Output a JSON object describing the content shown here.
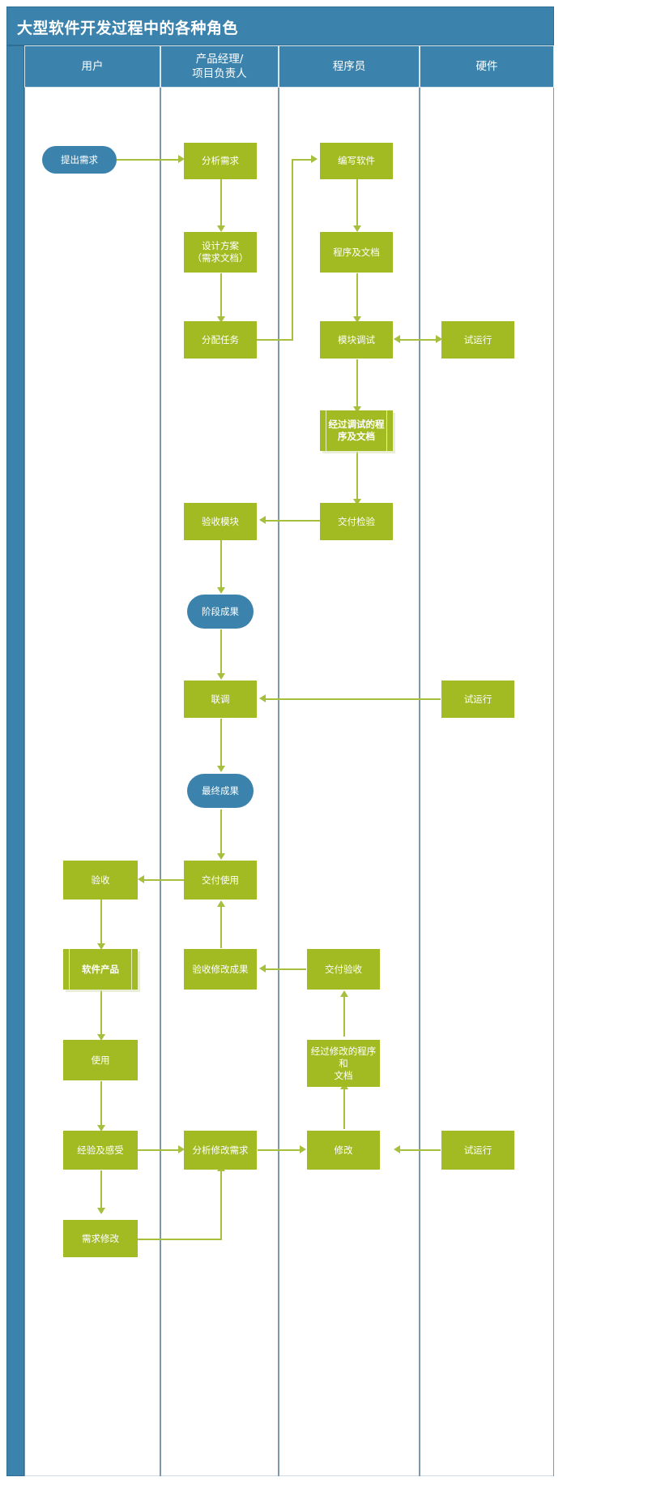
{
  "title": "大型软件开发过程中的各种角色",
  "columns": [
    {
      "id": "user",
      "label": "用户"
    },
    {
      "id": "pm",
      "label": "产品经理/\n项目负责人"
    },
    {
      "id": "dev",
      "label": "程序员"
    },
    {
      "id": "hw",
      "label": "硬件"
    }
  ],
  "column_labels": {
    "user": "用户",
    "pm_line1": "产品经理/",
    "pm_line2": "项目负责人",
    "dev": "程序员",
    "hw": "硬件"
  },
  "chart_data": {
    "type": "diagram",
    "diagram_type": "swimlane-flowchart",
    "title": "大型软件开发过程中的各种角色",
    "lanes": [
      "用户",
      "产品经理/项目负责人",
      "程序员",
      "硬件"
    ],
    "palette": {
      "lane_header": "#3b83ad",
      "process_fill": "#a2bb22",
      "terminator_fill": "#3b83ad",
      "connector": "#a6bf3d",
      "text": "#ffffff",
      "frame": "#7b99ab"
    },
    "nodes": [
      {
        "id": "n1",
        "lane": "用户",
        "shape": "terminator",
        "label": "提出需求"
      },
      {
        "id": "n2",
        "lane": "产品经理/项目负责人",
        "shape": "process",
        "label": "分析需求"
      },
      {
        "id": "n3",
        "lane": "程序员",
        "shape": "process",
        "label": "编写软件"
      },
      {
        "id": "n4",
        "lane": "产品经理/项目负责人",
        "shape": "process",
        "label": "设计方案\n（需求文档）",
        "line1": "设计方案",
        "line2": "（需求文档）"
      },
      {
        "id": "n5",
        "lane": "程序员",
        "shape": "process",
        "label": "程序及文档"
      },
      {
        "id": "n6",
        "lane": "产品经理/项目负责人",
        "shape": "process",
        "label": "分配任务"
      },
      {
        "id": "n7",
        "lane": "程序员",
        "shape": "process",
        "label": "模块调试"
      },
      {
        "id": "n8",
        "lane": "硬件",
        "shape": "process",
        "label": "试运行"
      },
      {
        "id": "n9",
        "lane": "程序员",
        "shape": "predefined-process",
        "label": "经过调试的程序及文档",
        "line1": "经过调试的程",
        "line2": "序及文档"
      },
      {
        "id": "n10",
        "lane": "产品经理/项目负责人",
        "shape": "process",
        "label": "验收模块"
      },
      {
        "id": "n11",
        "lane": "程序员",
        "shape": "process",
        "label": "交付检验"
      },
      {
        "id": "n12",
        "lane": "产品经理/项目负责人",
        "shape": "terminator",
        "label": "阶段成果"
      },
      {
        "id": "n13",
        "lane": "产品经理/项目负责人",
        "shape": "process",
        "label": "联调"
      },
      {
        "id": "n14",
        "lane": "硬件",
        "shape": "process",
        "label": "试运行"
      },
      {
        "id": "n15",
        "lane": "产品经理/项目负责人",
        "shape": "terminator",
        "label": "最终成果"
      },
      {
        "id": "n16",
        "lane": "用户",
        "shape": "process",
        "label": "验收"
      },
      {
        "id": "n17",
        "lane": "产品经理/项目负责人",
        "shape": "process",
        "label": "交付使用"
      },
      {
        "id": "n18",
        "lane": "用户",
        "shape": "predefined-process",
        "label": "软件产品"
      },
      {
        "id": "n19",
        "lane": "产品经理/项目负责人",
        "shape": "process",
        "label": "验收修改成果"
      },
      {
        "id": "n20",
        "lane": "程序员",
        "shape": "process",
        "label": "交付验收"
      },
      {
        "id": "n21",
        "lane": "用户",
        "shape": "process",
        "label": "使用"
      },
      {
        "id": "n22",
        "lane": "程序员",
        "shape": "process",
        "label": "经过修改的程序和文档",
        "line1": "经过修改的程序和",
        "line2": "文档"
      },
      {
        "id": "n23",
        "lane": "用户",
        "shape": "process",
        "label": "经验及感受"
      },
      {
        "id": "n24",
        "lane": "产品经理/项目负责人",
        "shape": "process",
        "label": "分析修改需求"
      },
      {
        "id": "n25",
        "lane": "程序员",
        "shape": "process",
        "label": "修改"
      },
      {
        "id": "n26",
        "lane": "硬件",
        "shape": "process",
        "label": "试运行"
      },
      {
        "id": "n27",
        "lane": "用户",
        "shape": "process",
        "label": "需求修改"
      }
    ],
    "edges": [
      {
        "from": "n1",
        "to": "n2",
        "dir": "right"
      },
      {
        "from": "n2",
        "to": "n4",
        "dir": "down"
      },
      {
        "from": "n4",
        "to": "n6",
        "dir": "down"
      },
      {
        "from": "n6",
        "to": "n3",
        "dir": "right-up"
      },
      {
        "from": "n3",
        "to": "n5",
        "dir": "down"
      },
      {
        "from": "n5",
        "to": "n7",
        "dir": "down"
      },
      {
        "from": "n7",
        "to": "n8",
        "dir": "both"
      },
      {
        "from": "n7",
        "to": "n9",
        "dir": "down"
      },
      {
        "from": "n9",
        "to": "n11",
        "dir": "down"
      },
      {
        "from": "n11",
        "to": "n10",
        "dir": "left"
      },
      {
        "from": "n10",
        "to": "n12",
        "dir": "down"
      },
      {
        "from": "n12",
        "to": "n13",
        "dir": "down"
      },
      {
        "from": "n14",
        "to": "n13",
        "dir": "left"
      },
      {
        "from": "n13",
        "to": "n15",
        "dir": "down"
      },
      {
        "from": "n15",
        "to": "n17",
        "dir": "down"
      },
      {
        "from": "n17",
        "to": "n16",
        "dir": "left"
      },
      {
        "from": "n16",
        "to": "n18",
        "dir": "down"
      },
      {
        "from": "n19",
        "to": "n17",
        "dir": "up"
      },
      {
        "from": "n20",
        "to": "n19",
        "dir": "left"
      },
      {
        "from": "n18",
        "to": "n21",
        "dir": "down"
      },
      {
        "from": "n22",
        "to": "n20",
        "dir": "up"
      },
      {
        "from": "n21",
        "to": "n23",
        "dir": "down"
      },
      {
        "from": "n23",
        "to": "n24",
        "dir": "right"
      },
      {
        "from": "n24",
        "to": "n25",
        "dir": "right"
      },
      {
        "from": "n26",
        "to": "n25",
        "dir": "left"
      },
      {
        "from": "n25",
        "to": "n22",
        "dir": "up"
      },
      {
        "from": "n23",
        "to": "n27",
        "dir": "down"
      },
      {
        "from": "n27",
        "to": "n24",
        "dir": "right-up"
      }
    ]
  },
  "nodes": {
    "n1": "提出需求",
    "n2": "分析需求",
    "n3": "编写软件",
    "n4_l1": "设计方案",
    "n4_l2": "（需求文档）",
    "n5": "程序及文档",
    "n6": "分配任务",
    "n7": "模块调试",
    "n8": "试运行",
    "n9_l1": "经过调试的程",
    "n9_l2": "序及文档",
    "n10": "验收模块",
    "n11": "交付检验",
    "n12": "阶段成果",
    "n13": "联调",
    "n14": "试运行",
    "n15": "最终成果",
    "n16": "验收",
    "n17": "交付使用",
    "n18": "软件产品",
    "n19": "验收修改成果",
    "n20": "交付验收",
    "n21": "使用",
    "n22_l1": "经过修改的程序和",
    "n22_l2": "文档",
    "n23": "经验及感受",
    "n24": "分析修改需求",
    "n25": "修改",
    "n26": "试运行",
    "n27": "需求修改"
  }
}
